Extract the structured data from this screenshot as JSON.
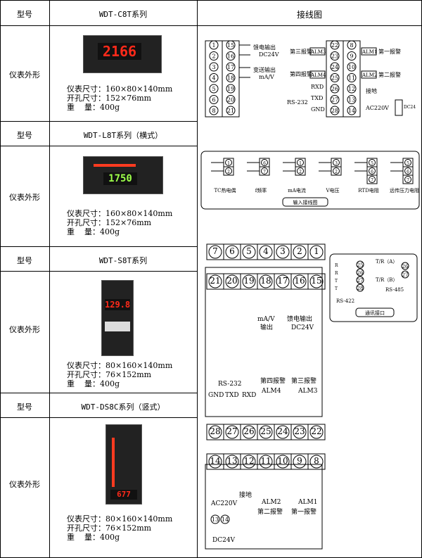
{
  "header": {
    "model_label": "型号",
    "diagram_label": "接线图",
    "model_1": "WDT-C8T系列"
  },
  "rows": [
    {
      "appearance": "仪表外形",
      "size": "仪表尺寸：160×80×140mm",
      "hole": "开孔尺寸：152×76mm",
      "weight": "重    量：400g",
      "display": "2166"
    },
    {
      "model_label": "型号",
      "model": "WDT-L8T系列（横式）",
      "appearance": "仪表外形",
      "size": "仪表尺寸：160×80×140mm",
      "hole": "开孔尺寸：152×76mm",
      "weight": "重    量：400g",
      "display": "1750"
    },
    {
      "model_label": "型号",
      "model": "WDT-S8T系列",
      "appearance": "仪表外形",
      "size": "仪表尺寸：80×160×140mm",
      "hole": "开孔尺寸：76×152mm",
      "weight": "重    量：400g",
      "display": "129.8"
    },
    {
      "model_label": "型号",
      "model": "WDT-DS8C系列（竖式）",
      "appearance": "仪表外形",
      "size": "仪表尺寸：80×160×140mm",
      "hole": "开孔尺寸：76×152mm",
      "weight": "重    量：400g",
      "display": "677"
    }
  ],
  "diagram1": {
    "left_pairs": [
      [
        "1",
        "15"
      ],
      [
        "2",
        "16"
      ],
      [
        "3",
        "17"
      ],
      [
        "4",
        "18"
      ],
      [
        "5",
        "19"
      ],
      [
        "6",
        "20"
      ],
      [
        "8",
        "21"
      ]
    ],
    "right_pairs": [
      [
        "22",
        "8"
      ],
      [
        "23",
        "9"
      ],
      [
        "24",
        "10"
      ],
      [
        "25",
        "11"
      ],
      [
        "26",
        "12"
      ],
      [
        "27",
        "13"
      ],
      [
        "28",
        "14"
      ]
    ],
    "feed": "馈电输出",
    "feed_v": "DC24V",
    "trans": "变送输出",
    "trans_u": "mA/V",
    "alm3": "第三报警",
    "alm4": "第四报警",
    "alm3_box": "ALM3",
    "alm4_box": "ALM4",
    "alm1_box": "ALM1",
    "alm2_box": "ALM2",
    "alm1": "第一报警",
    "alm2": "第二报警",
    "rxd": "RXD",
    "txd": "TXD",
    "gnd": "GND",
    "rs232": "RS-232",
    "ground": "接地",
    "ac": "AC220V",
    "dc": "DC24"
  },
  "input": {
    "items": [
      "TC热电偶",
      "f频率",
      "mA电流",
      "V电压",
      "RTD电阻",
      "远传压力电阻"
    ],
    "title": "输入接线图"
  },
  "diagram2": {
    "top_row": [
      "7",
      "6",
      "5",
      "4",
      "3",
      "2",
      "1"
    ],
    "second_row": [
      "21",
      "20",
      "19",
      "18",
      "17",
      "16",
      "15"
    ],
    "third_row": [
      "28",
      "27",
      "26",
      "25",
      "24",
      "23",
      "22"
    ],
    "bottom_row": [
      "14",
      "13",
      "12",
      "11",
      "10",
      "9",
      "8"
    ],
    "mav": "mA/V",
    "mav_out": "输出",
    "feed": "馈电输出",
    "feed_v": "DC24V",
    "rs232": "RS-232",
    "gnd": "GND",
    "txd": "TXD",
    "rxd": "RXD",
    "alm4_t": "第四报警",
    "alm3_t": "第三报警",
    "alm4": "ALM4",
    "alm3": "ALM3",
    "ac": "AC220V",
    "ground": "接地",
    "alm2": "ALM2",
    "alm1": "ALM1",
    "alm2_t": "第二报警",
    "alm1_t": "第一报警",
    "dc_pair": [
      "13",
      "14"
    ],
    "dc": "DC24V"
  },
  "comm": {
    "rs422_pins": [
      "25",
      "26",
      "27",
      "28"
    ],
    "rs422_sig": [
      "R",
      "R",
      "T",
      "T"
    ],
    "rs422": "RS-422",
    "ta": "T/R（A）",
    "tb": "T/R（B）",
    "rs485_pins": [
      "26",
      "27"
    ],
    "rs485": "RS-485",
    "title": "通讯接口"
  }
}
